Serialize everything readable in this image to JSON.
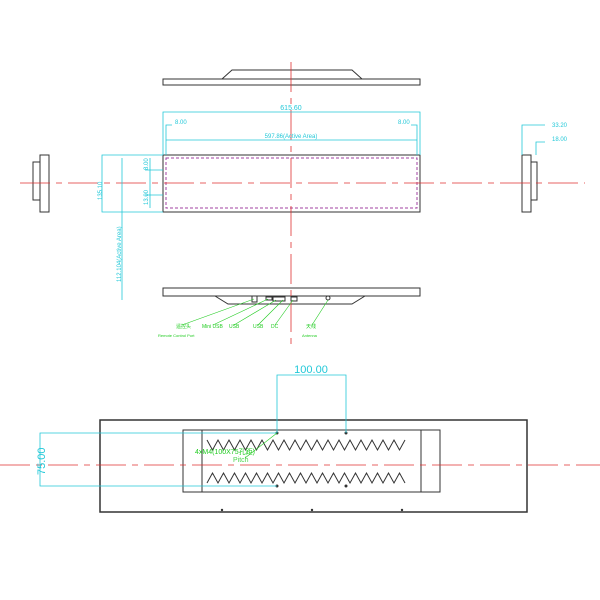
{
  "colors": {
    "outline": "#333333",
    "dimension": "#22c8d8",
    "centerline": "#e03030",
    "label": "#22cc22",
    "active_area": "#a040a0"
  },
  "front_view": {
    "overall_width": "615.60",
    "left_border": "8.00",
    "right_border": "8.00",
    "active_width": "597.86(Active Area)",
    "height": "135.10",
    "top_border": "8.00",
    "bottom_border": "13.00",
    "active_height": "112.104(Active Area)"
  },
  "side_view": {
    "depth_total": "33.20",
    "depth_body": "18.00"
  },
  "ports": [
    {
      "label": "遥控头",
      "sub": "Remote Control Port"
    },
    {
      "label": "Mini USB"
    },
    {
      "label": "USB"
    },
    {
      "label": "USB"
    },
    {
      "label": "DC"
    },
    {
      "label": "天线",
      "sub": "Antenna"
    }
  ],
  "back_view": {
    "h_pitch": "100.00",
    "v_pitch": "75.00",
    "mount_label": "4xM4(100X75孔距)",
    "mount_sub": "Pitch"
  }
}
